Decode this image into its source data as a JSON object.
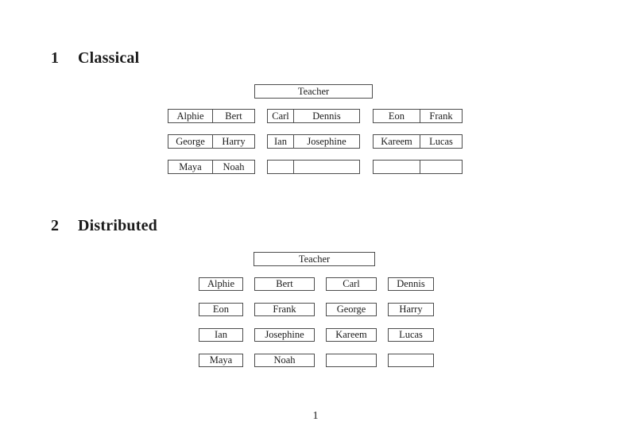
{
  "document": {
    "page_number": "1",
    "sections": [
      {
        "number": "1",
        "title": "Classical",
        "teacher_label": "Teacher",
        "desk_rows": [
          [
            [
              "Alphie",
              "Bert"
            ],
            [
              "Carl",
              "Dennis"
            ],
            [
              "Eon",
              "Frank"
            ]
          ],
          [
            [
              "George",
              "Harry"
            ],
            [
              "Ian",
              "Josephine"
            ],
            [
              "Kareem",
              "Lucas"
            ]
          ],
          [
            [
              "Maya",
              "Noah"
            ],
            [
              "",
              ""
            ],
            [
              "",
              ""
            ]
          ]
        ]
      },
      {
        "number": "2",
        "title": "Distributed",
        "teacher_label": "Teacher",
        "desk_rows": [
          [
            "Alphie",
            "Bert",
            "Carl",
            "Dennis"
          ],
          [
            "Eon",
            "Frank",
            "George",
            "Harry"
          ],
          [
            "Ian",
            "Josephine",
            "Kareem",
            "Lucas"
          ],
          [
            "Maya",
            "Noah",
            "",
            ""
          ]
        ]
      }
    ]
  }
}
